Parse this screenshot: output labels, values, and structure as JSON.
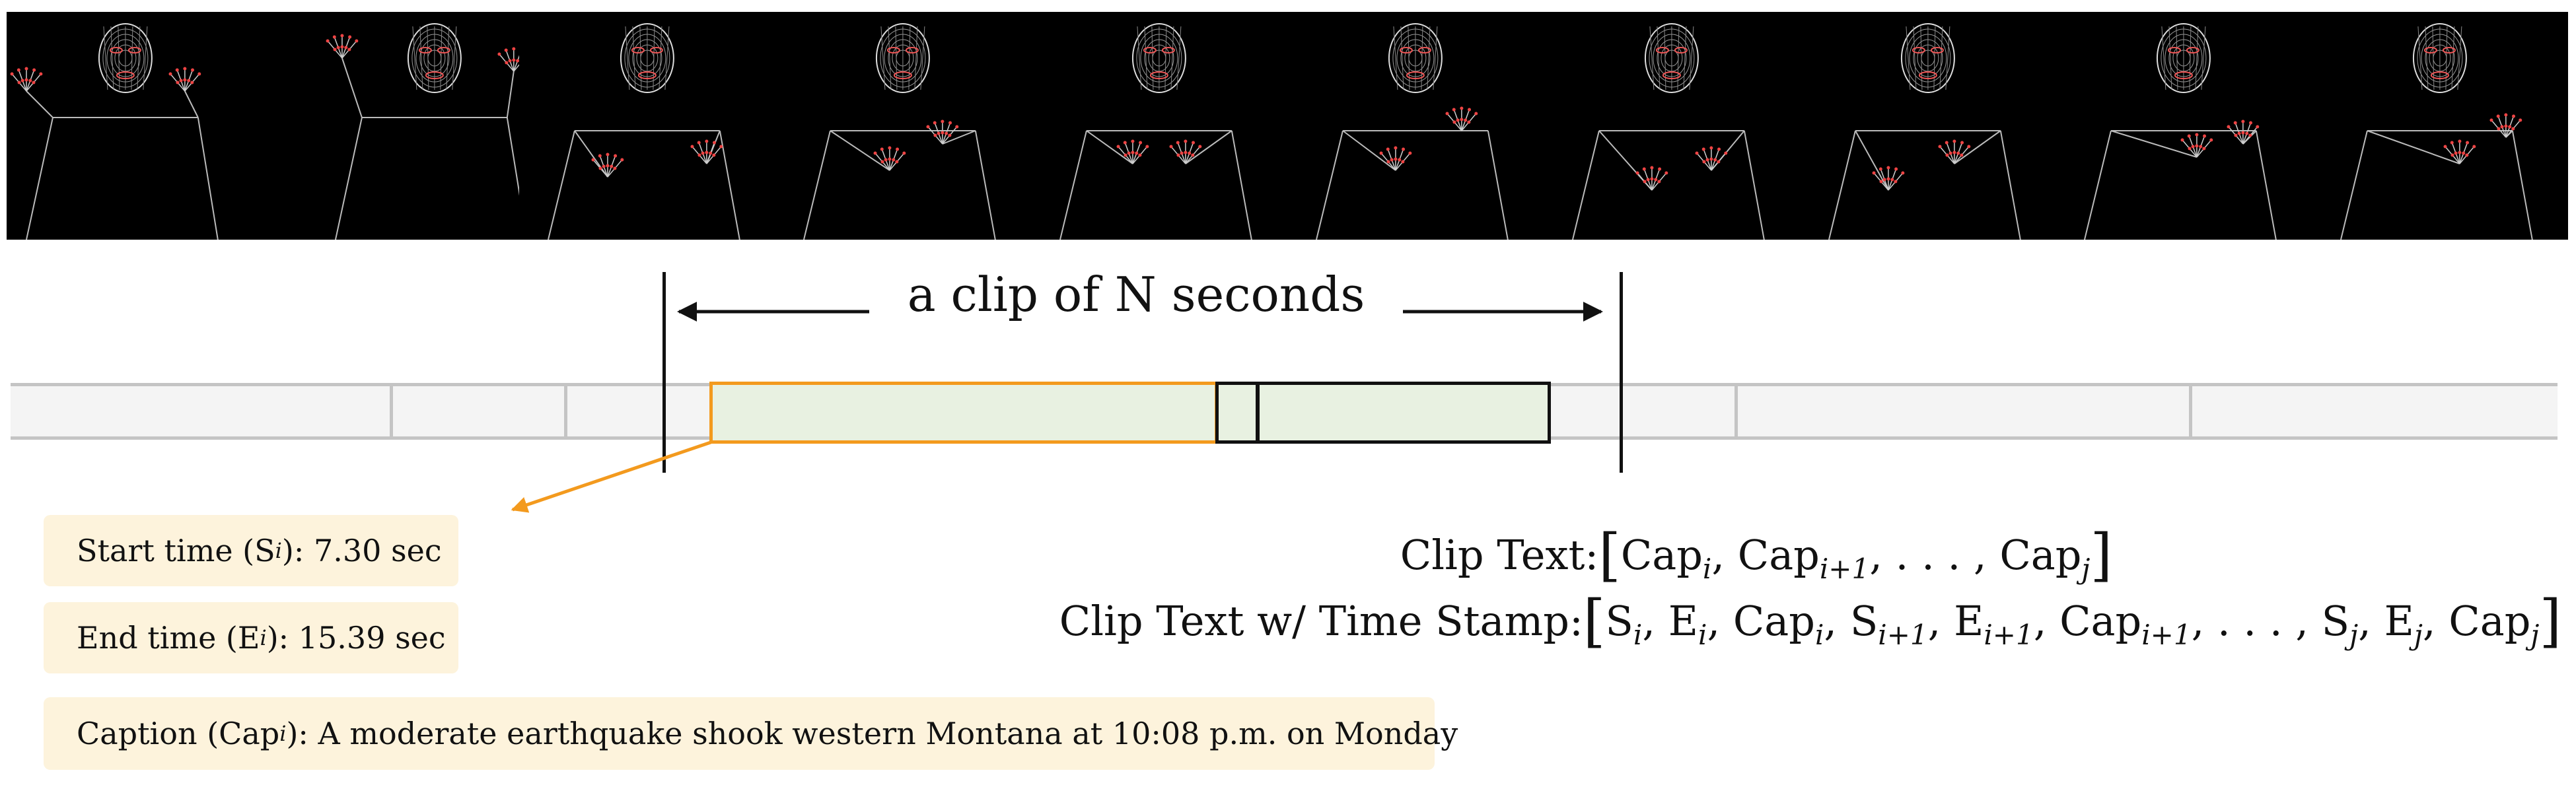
{
  "filmstrip": {
    "frame_count": 10
  },
  "timeline": {
    "clip_label": "a clip of N seconds",
    "colors": {
      "current": "#f39a1e",
      "fill": "#e8f1e1",
      "track": "#f4f4f4",
      "grid": "#c4c4c4"
    }
  },
  "info": {
    "start_prefix": "Start time (S",
    "start_sub": "i",
    "start_suffix": "): 7.30 sec",
    "end_prefix": "End time (E",
    "end_sub": "i",
    "end_suffix": "): 15.39 sec",
    "caption_prefix": "Caption (Cap",
    "caption_sub": "i",
    "caption_suffix": "): A moderate earthquake shook western Montana at 10:08 p.m. on Monday"
  },
  "clip_text": {
    "label": "Clip Text:",
    "label_ts": "Clip Text w/ Time Stamp:"
  }
}
